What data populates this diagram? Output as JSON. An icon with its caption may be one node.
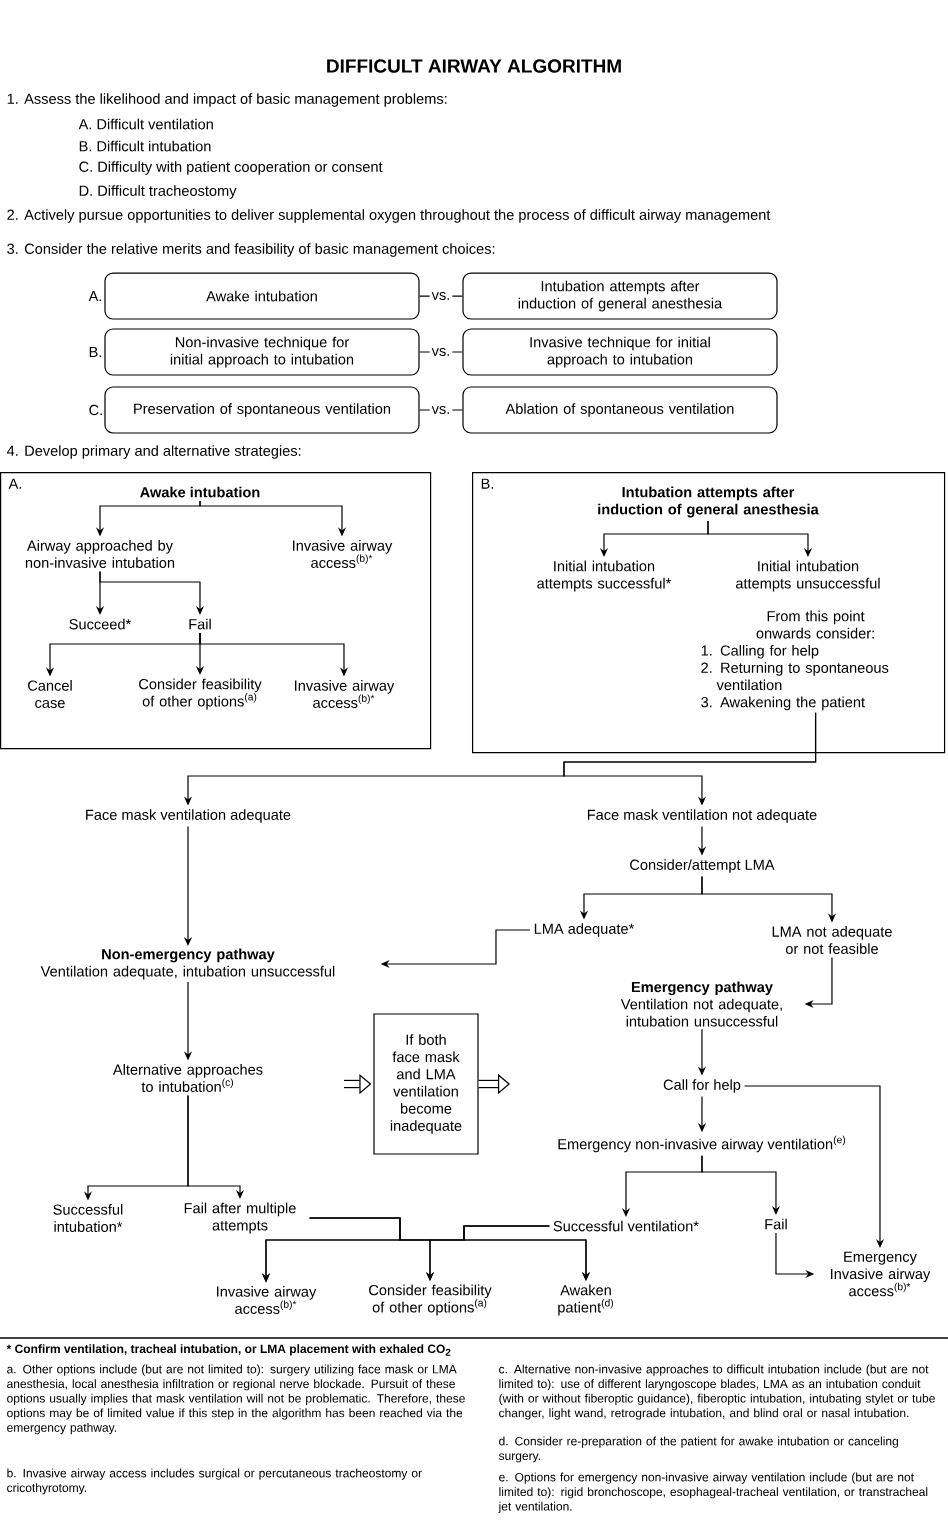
{
  "diagram": {
    "title": "DIFFICULT AIRWAY ALGORITHM",
    "nodes": [
      {
        "text": [
          "Awake intubation"
        ]
      },
      {
        "text": [
          "Intubation attempts after induction of general anesthesia"
        ]
      },
      {
        "text": [
          "Non-invasive technique for initial approach to intubation"
        ]
      },
      {
        "text": [
          "Invasive technique for initial approach to intubation"
        ]
      },
      {
        "text": [
          "Preservation of spontaneous ventilation"
        ]
      },
      {
        "text": [
          "Ablation of spontaneous ventilation"
        ]
      },
      {
        "text": [
          "A."
        ]
      },
      {
        "text": [
          "Awake intubation"
        ],
        "in": 6
      },
      {
        "text": [
          "Airway approached by non-invasive intubation"
        ],
        "in": 6
      },
      {
        "text": [
          "Invasive airway access$^{(b)*}$"
        ],
        "in": 6
      },
      {
        "text": [
          "Succeed*"
        ],
        "in": 6
      },
      {
        "text": [
          "Fail"
        ],
        "in": 6
      },
      {
        "text": [
          "Cancel case"
        ],
        "in": 6
      },
      {
        "text": [
          "Consider feasibility of other options$^{(a)}$"
        ],
        "in": 6
      },
      {
        "text": [
          "Invasive airway access$^{(b)*}$"
        ],
        "in": 6
      },
      {
        "text": [
          "B."
        ]
      },
      {
        "text": [
          "Intubation attempts after induction of general anesthesia"
        ],
        "in": 15
      },
      {
        "text": [
          "Initial intubation attempts successful*"
        ],
        "in": 15
      },
      {
        "text": [
          "Initial intubation attempts unsuccessful"
        ],
        "in": 15
      },
      {
        "text": [
          "From this point onwards consider:",
          "1. Calling for help",
          "2. Returning to spontaneous ventilation",
          "3. Awakening the patient"
        ],
        "in": 15
      },
      {
        "text": [
          "Face mask ventilation adequate"
        ]
      },
      {
        "text": [
          "Face mask ventilation not adequate"
        ]
      },
      {
        "text": [
          "Consider/attempt LMA"
        ]
      },
      {
        "text": [
          "LMA adequate*"
        ]
      },
      {
        "text": [
          "LMA not adequate or not feasible"
        ]
      },
      {
        "text": [
          "Non-emergency pathway",
          "Ventilation adequate, intubation unsuccessful"
        ]
      },
      {
        "text": [
          "Emergency pathway",
          "Ventilation not adequate, intubation unsuccessful"
        ]
      },
      {
        "text": [
          "Alternative approaches to intubation$^{(c)}$"
        ]
      },
      {
        "text": [
          "If both face mask and LMA ventilation become inadequate"
        ]
      },
      {
        "text": [
          "Call for help"
        ]
      },
      {
        "text": [
          "Emergency non-invasive airway ventilation$^{(e)}$"
        ]
      },
      {
        "text": [
          "Successful intubation*"
        ]
      },
      {
        "text": [
          "Fail after multiple attempts"
        ]
      },
      {
        "text": [
          "Successful ventilation*"
        ]
      },
      {
        "text": [
          "Fail"
        ]
      },
      {
        "text": [
          "Emergency Invasive airway access$^{(b)*}$"
        ]
      },
      {
        "text": [
          "Invasive airway access$^{(b)*}$"
        ]
      },
      {
        "text": [
          "Consider feasibility of other options$^{(a)}$"
        ]
      },
      {
        "text": [
          "Awaken patient$^{(d)}$"
        ]
      }
    ],
    "edges": [
      {
        "from": 0,
        "to": 1,
        "arrow": "none",
        "label": "vs."
      },
      {
        "from": 2,
        "to": 3,
        "arrow": "none",
        "label": "vs."
      },
      {
        "from": 4,
        "to": 5,
        "arrow": "none",
        "label": "vs."
      },
      {
        "from": 7,
        "to": 8,
        "arrow": "to"
      },
      {
        "from": 7,
        "to": 9,
        "arrow": "to"
      },
      {
        "from": 8,
        "to": 10,
        "arrow": "to"
      },
      {
        "from": 8,
        "to": 11,
        "arrow": "to"
      },
      {
        "from": 11,
        "to": 12,
        "arrow": "to"
      },
      {
        "from": 11,
        "to": 13,
        "arrow": "to"
      },
      {
        "from": 11,
        "to": 14,
        "arrow": "to"
      },
      {
        "from": 16,
        "to": 17,
        "arrow": "to"
      },
      {
        "from": 16,
        "to": 18,
        "arrow": "to"
      },
      {
        "from": 19,
        "to": 20,
        "arrow": "to"
      },
      {
        "from": 19,
        "to": 21,
        "arrow": "to"
      },
      {
        "from": 20,
        "to": 25,
        "arrow": "to"
      },
      {
        "from": 21,
        "to": 22,
        "arrow": "to"
      },
      {
        "from": 22,
        "to": 23,
        "arrow": "to"
      },
      {
        "from": 22,
        "to": 24,
        "arrow": "to"
      },
      {
        "from": 23,
        "to": 25,
        "arrow": "to"
      },
      {
        "from": 24,
        "to": 26,
        "arrow": "to"
      },
      {
        "from": 25,
        "to": 27,
        "arrow": "to"
      },
      {
        "from": 26,
        "to": 29,
        "arrow": "to"
      },
      {
        "from": 29,
        "to": 30,
        "arrow": "to"
      },
      {
        "from": 29,
        "to": 35,
        "arrow": "to"
      },
      {
        "from": 30,
        "to": 33,
        "arrow": "to"
      },
      {
        "from": 30,
        "to": 34,
        "arrow": "to"
      },
      {
        "from": 34,
        "to": 35,
        "arrow": "to"
      },
      {
        "from": 27,
        "to": 31,
        "arrow": "to"
      },
      {
        "from": 27,
        "to": 32,
        "arrow": "to"
      },
      {
        "from": 32,
        "to": 36,
        "arrow": "to"
      },
      {
        "from": 32,
        "to": 37,
        "arrow": "to"
      },
      {
        "from": 32,
        "to": 38,
        "arrow": "to"
      },
      {
        "from": 33,
        "to": 36,
        "arrow": "to"
      },
      {
        "from": 33,
        "to": 37,
        "arrow": "to"
      },
      {
        "from": 33,
        "to": 38,
        "arrow": "to"
      },
      {
        "from": null,
        "to": 28,
        "arrow": "to",
        "style": "thick"
      },
      {
        "from": 28,
        "to": null,
        "arrow": "to",
        "style": "thick"
      }
    ],
    "labels": [
      "1. Assess the likelihood and impact of basic management problems:",
      "A. Difficult ventilation",
      "B. Difficult intubation",
      "C. Difficulty with patient cooperation or consent",
      "D. Difficult tracheostomy",
      "2. Actively pursue opportunities to deliver supplemental oxygen throughout the process of difficult airway management",
      "3. Consider the relative merits and feasibility of basic management choices:",
      "A.",
      "B.",
      "C.",
      "4. Develop primary and alternative strategies:",
      "* Confirm ventilation, tracheal intubation, or LMA placement with exhaled CO$_{2}$",
      "a. Other options include (but are not limited to): surgery utilizing face mask or LMA anesthesia, local anesthesia infiltration or regional nerve blockade. Pursuit of these options usually implies that mask ventilation will not be problematic. Therefore, these options may be of limited value if this step in the algorithm has been reached via the emergency pathway.",
      "b. Invasive airway access includes surgical or percutaneous tracheostomy or cricothyrotomy.",
      "c. Alternative non-invasive approaches to difficult intubation include (but are not limited to): use of different laryngoscope blades, LMA as an intubation conduit (with or without fiberoptic guidance), fiberoptic intubation, intubating stylet or tube changer, light wand, retrograde intubation, and blind oral or nasal intubation.",
      "d. Consider re-preparation of the patient for awake intubation or canceling surgery.",
      "e. Options for emergency non-invasive airway ventilation include (but are not limited to): rigid bronchoscope, esophageal-tracheal ventilation, or transtracheal jet ventilation."
    ]
  }
}
